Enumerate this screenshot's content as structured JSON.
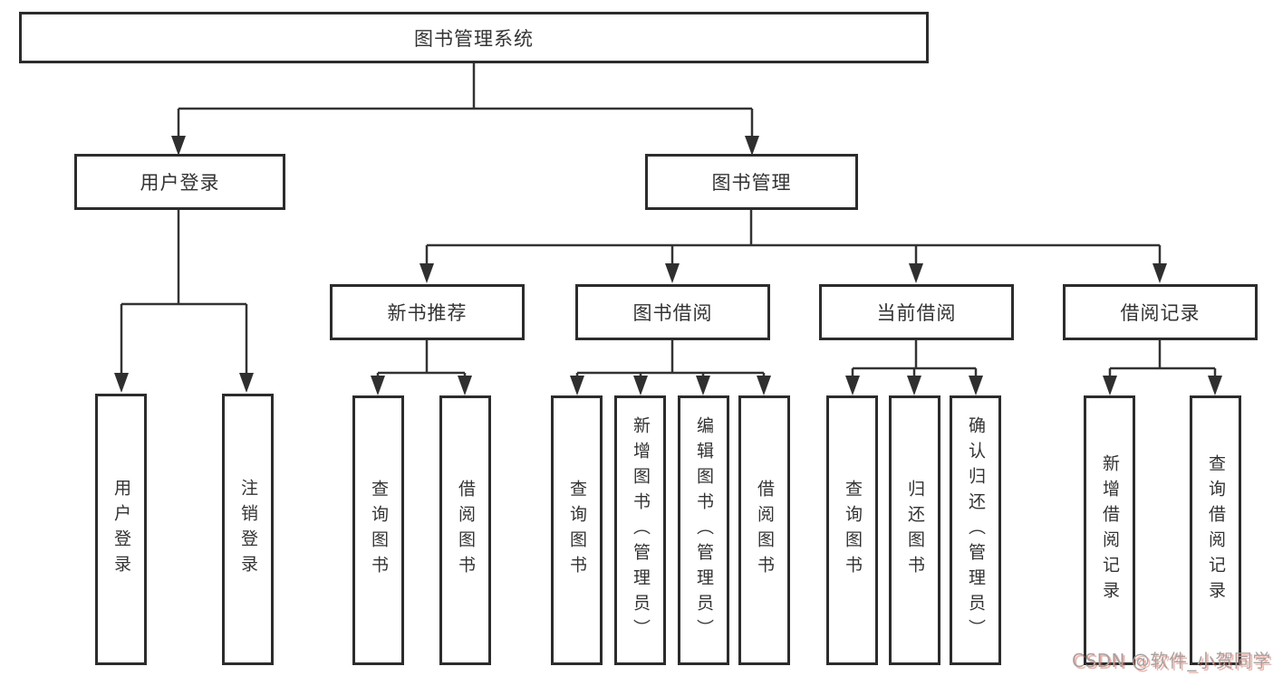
{
  "diagram": {
    "title": "图书管理系统",
    "root": {
      "label": "图书管理系统"
    },
    "branches": [
      {
        "label": "用户登录",
        "children": [
          {
            "label": "用户登录"
          },
          {
            "label": "注销登录"
          }
        ]
      },
      {
        "label": "图书管理",
        "children": [
          {
            "label": "新书推荐",
            "children": [
              {
                "label": "查询图书"
              },
              {
                "label": "借阅图书"
              }
            ]
          },
          {
            "label": "图书借阅",
            "children": [
              {
                "label": "查询图书"
              },
              {
                "label": "新增图书（管理员）"
              },
              {
                "label": "编辑图书（管理员）"
              },
              {
                "label": "借阅图书"
              }
            ]
          },
          {
            "label": "当前借阅",
            "children": [
              {
                "label": "查询图书"
              },
              {
                "label": "归还图书"
              },
              {
                "label": "确认归还（管理员）"
              }
            ]
          },
          {
            "label": "借阅记录",
            "children": [
              {
                "label": "新增借阅记录"
              },
              {
                "label": "查询借阅记录"
              }
            ]
          }
        ]
      }
    ]
  },
  "watermark": {
    "text": "CSDN @软件_小贺同学"
  },
  "colors": {
    "background": "#ffffff",
    "box_border": "#2c2c2c",
    "connector_line": "#333333",
    "text": "#333333",
    "watermark_gray": "#a3a3a3",
    "watermark_red_shadow": "#ec573d"
  }
}
